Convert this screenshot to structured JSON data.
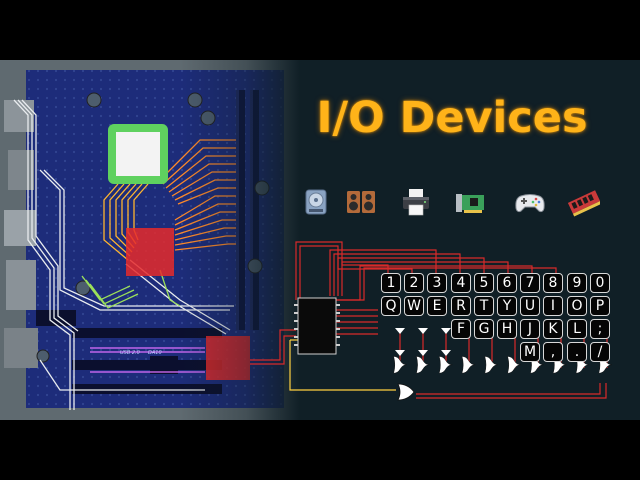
{
  "title": "I/O Devices",
  "devices": [
    {
      "name": "hard-drive-icon"
    },
    {
      "name": "speakers-icon"
    },
    {
      "name": "printer-icon"
    },
    {
      "name": "expansion-card-icon"
    },
    {
      "name": "gamepad-icon"
    },
    {
      "name": "memory-module-icon"
    }
  ],
  "keyboard": {
    "rows": [
      [
        "1",
        "2",
        "3",
        "4",
        "5",
        "6",
        "7",
        "8",
        "9",
        "0"
      ],
      [
        "Q",
        "W",
        "E",
        "R",
        "T",
        "Y",
        "U",
        "I",
        "O",
        "P"
      ],
      [
        "F",
        "G",
        "H",
        "J",
        "K",
        "L",
        ";"
      ],
      [
        "M",
        ",",
        ".",
        "/"
      ]
    ]
  },
  "board_labels": [
    "USB 2.0",
    "DA10"
  ],
  "colors": {
    "title": "#ffb319",
    "trace": "#d82a2a",
    "trace_orange": "#ff8a2a",
    "trace_yellow": "#ffb52e",
    "trace_green": "#9be05a",
    "trace_pink": "#e070ff",
    "chip_red": "#e62a2a",
    "board_blue": "#1c2f7a",
    "background": "#101f26"
  }
}
